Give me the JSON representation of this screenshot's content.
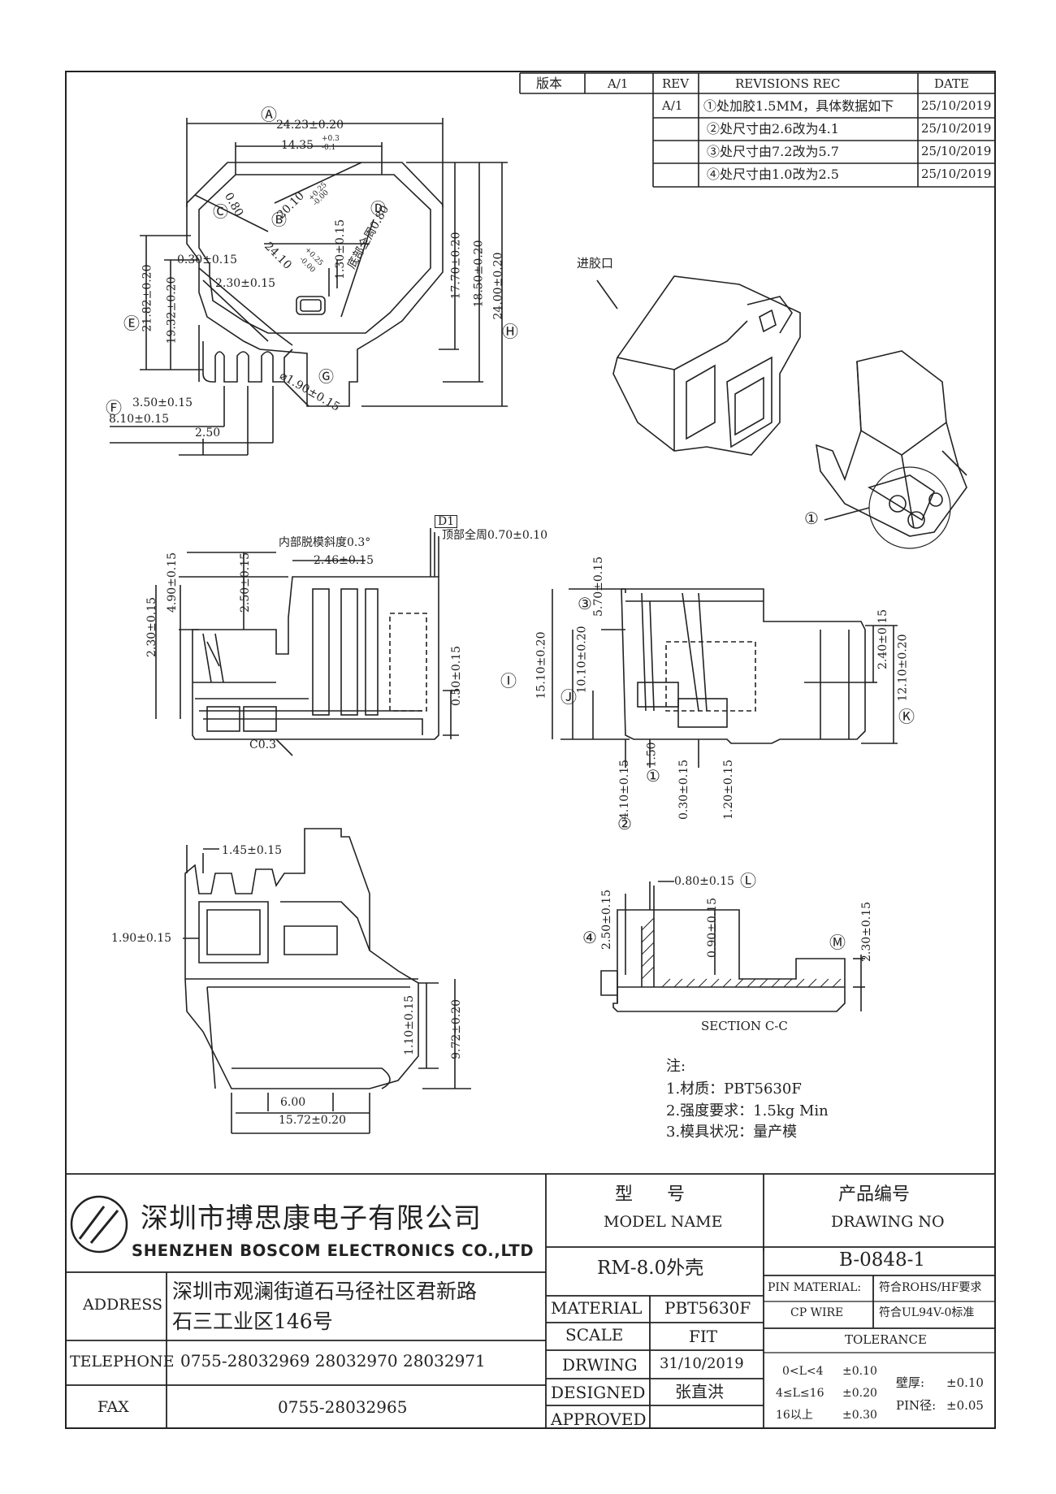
{
  "revisions": {
    "version_label": "版本",
    "version_value": "A/1",
    "headers": {
      "rev": "REV",
      "rec": "REVISIONS REC",
      "date": "DATE"
    },
    "rows": [
      {
        "rev": "A/1",
        "rec": "①处加胶1.5MM，具体数据如下",
        "date": "25/10/2019"
      },
      {
        "rev": "",
        "rec": "②处尺寸由2.6改为4.1",
        "date": "25/10/2019"
      },
      {
        "rev": "",
        "rec": "③处尺寸由7.2改为5.7",
        "date": "25/10/2019"
      },
      {
        "rev": "",
        "rec": "④处尺寸由1.0改为2.5",
        "date": "25/10/2019"
      }
    ]
  },
  "top_view": {
    "dims": {
      "A": "Ⓐ",
      "B": "Ⓑ",
      "C": "Ⓒ",
      "D": "Ⓓ",
      "E": "Ⓔ",
      "F": "Ⓕ",
      "G": "Ⓖ",
      "H": "Ⓗ",
      "d1": "24.23±0.20",
      "d2": "14.35",
      "d2_tol_top": "+0.3",
      "d2_tol_bot": "-0.1",
      "d3": "0.80",
      "d4": "20.10",
      "d4_tol_top": "+0.25",
      "d4_tol_bot": "-0.00",
      "d5": "1.30±0.15",
      "d6": "底部全周0.80",
      "d7": "0.30±0.15",
      "d8": "24.10",
      "d8_tol_top": "+0.25",
      "d8_tol_bot": "-0.00",
      "d9": "2.30±0.15",
      "d10": "21.82±0.20",
      "d11": "19.32±0.20",
      "d12": "17.70±0.20",
      "d13": "18.50±0.20",
      "d14": "24.00±0.20",
      "d15": "3.50±0.15",
      "d16": "8.10±0.15",
      "d17": "2.50",
      "d18": "⌀1.90±0.15"
    }
  },
  "iso_view": {
    "inlet": "进胶口",
    "callout1": "①"
  },
  "front_view": {
    "draft": "内部脱模斜度0.3°",
    "D1": "D1",
    "top_wall": "顶部全周0.70±0.10",
    "d1": "2.46±0.15",
    "d2": "4.90±0.15",
    "d3": "2.50±0.15",
    "d4": "2.30±0.15",
    "d5": "0.50±0.15",
    "chamfer": "C0.3"
  },
  "side_view": {
    "c3": "③",
    "d1": "5.70±0.15",
    "I": "Ⓘ",
    "d2": "15.10±0.20",
    "J": "Ⓙ",
    "d3": "10.10±0.20",
    "d4": "2.40±0.15",
    "d5": "12.10±0.20",
    "K": "Ⓚ",
    "d6": "1.50",
    "c1": "①",
    "d7": "4.10±0.15",
    "d8": "0.30±0.15",
    "d9": "1.20±0.15",
    "c2": "②"
  },
  "bottom_view": {
    "d1": "1.45±0.15",
    "d2": "1.90±0.15",
    "d3": "1.10±0.15",
    "d4": "9.72±0.20",
    "d5": "6.00",
    "d6": "15.72±0.20"
  },
  "section_view": {
    "d1": "0.80±0.15",
    "L": "Ⓛ",
    "c4": "④",
    "d2": "2.50±0.15",
    "d3": "0.90±0.15",
    "M": "Ⓜ",
    "d4": "2.30±0.15",
    "title": "SECTION C-C"
  },
  "notes": {
    "title": "注:",
    "items": [
      "1.材质：PBT5630F",
      "2.强度要求：1.5kg Min",
      "3.模具状况：量产模"
    ]
  },
  "title_block": {
    "company_cn": "深圳市搏思康电子有限公司",
    "company_en": "SHENZHEN BOSCOM ELECTRONICS CO.,LTD",
    "address_label": "ADDRESS",
    "address_line1": "深圳市观澜街道石马径社区君新路",
    "address_line2": "石三工业区146号",
    "telephone_label": "TELEPHONE",
    "telephone": "0755-28032969 28032970 28032971",
    "fax_label": "FAX",
    "fax": "0755-28032965",
    "model_label_cn": "型      号",
    "model_label_en": "MODEL NAME",
    "model": "RM-8.0外壳",
    "drawing_label_cn": "产品编号",
    "drawing_label_en": "DRAWING NO",
    "drawing_no": "B-0848-1",
    "material_label": "MATERIAL",
    "material": "PBT5630F",
    "scale_label": "SCALE",
    "scale": "FIT",
    "drwing_label": "DRWING",
    "drwing": "31/10/2019",
    "designed_label": "DESIGNED",
    "designed": "张直洪",
    "approved_label": "APPROVED",
    "approved": "",
    "pin_material_label": "PIN MATERIAL:",
    "pin_material": "CP WIRE",
    "rohs": "符合ROHS/HF要求",
    "ul": "符合UL94V-0标准",
    "tolerance_label": "TOLERANCE",
    "tol_rows": [
      {
        "range": "0<L<4",
        "tol": "±0.10"
      },
      {
        "range": "4≤L≤16",
        "tol": "±0.20"
      },
      {
        "range": "16以上",
        "tol": "±0.30"
      }
    ],
    "wall_label": "壁厚:",
    "wall_tol": "±0.10",
    "pin_label": "PIN径:",
    "pin_tol": "±0.05"
  }
}
